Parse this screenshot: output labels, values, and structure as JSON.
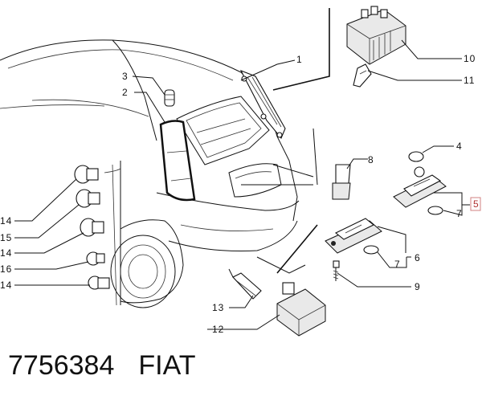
{
  "diagram": {
    "callouts": [
      {
        "id": "c1",
        "label": "1"
      },
      {
        "id": "c2",
        "label": "2"
      },
      {
        "id": "c3",
        "label": "3"
      },
      {
        "id": "c4",
        "label": "4"
      },
      {
        "id": "c5",
        "label": "5",
        "highlighted": true
      },
      {
        "id": "c6",
        "label": "6"
      },
      {
        "id": "c7a",
        "label": "7"
      },
      {
        "id": "c7b",
        "label": "7"
      },
      {
        "id": "c8",
        "label": "8"
      },
      {
        "id": "c9",
        "label": "9"
      },
      {
        "id": "c10",
        "label": "10"
      },
      {
        "id": "c11",
        "label": "11"
      },
      {
        "id": "c12",
        "label": "12"
      },
      {
        "id": "c13",
        "label": "13"
      },
      {
        "id": "c14a",
        "label": "14"
      },
      {
        "id": "c15",
        "label": "15"
      },
      {
        "id": "c14b",
        "label": "14"
      },
      {
        "id": "c16",
        "label": "16"
      },
      {
        "id": "c14c",
        "label": "14"
      }
    ],
    "highlight_color": "#b03030"
  },
  "footer": {
    "part_number": "7756384",
    "brand": "FIAT"
  }
}
